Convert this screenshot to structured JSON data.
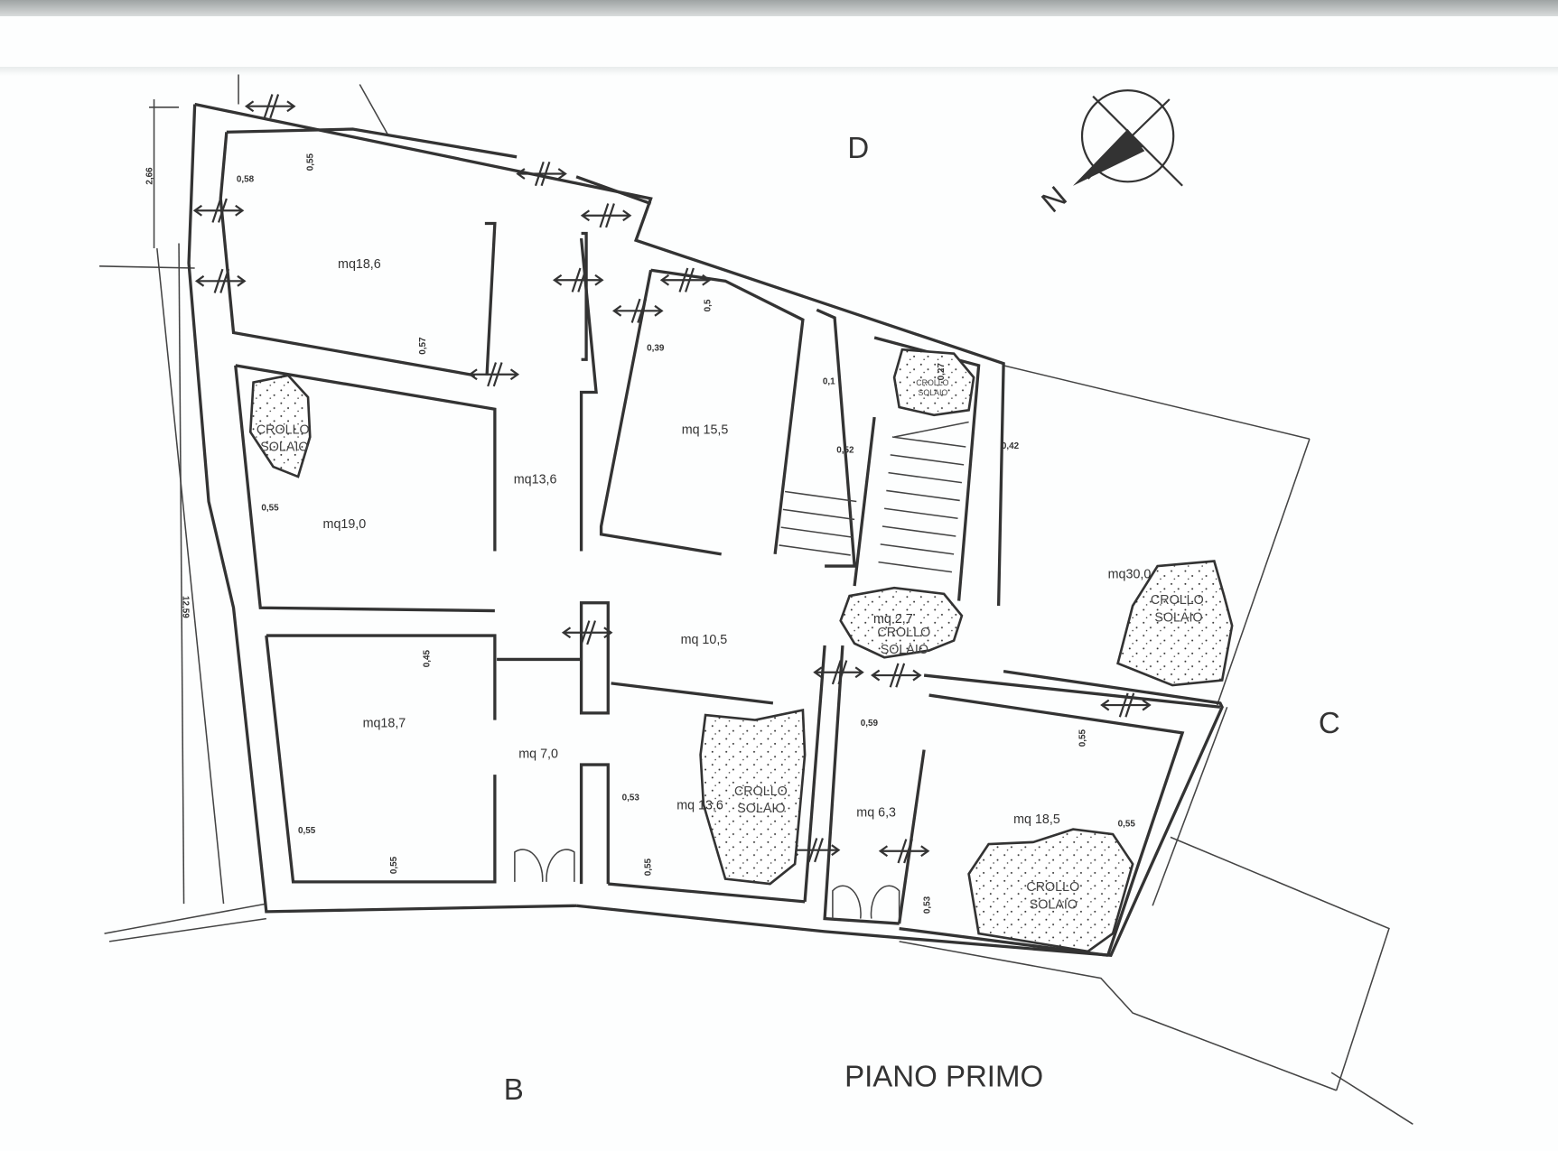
{
  "sheet": {
    "title": "PIANO PRIMO",
    "side_north": "D",
    "side_east": "C",
    "side_south": "B",
    "north_label": "N"
  },
  "collapse": {
    "line1": "CROLLO",
    "line2": "SOLAIO"
  },
  "rooms": [
    "mq18,6",
    "mq19,0",
    "mq13,6",
    "mq 15,5",
    "mq30,0",
    "mq 2,7",
    "mq 10,5",
    "mq18,7",
    "mq 7,0",
    "mq 13,6",
    "mq 6,3",
    "mq 18,5"
  ],
  "overall_dimensions": [
    "2,66",
    "12,59"
  ],
  "wall_dimensions": [
    "0,58",
    "0,55",
    "0,57",
    "0,55",
    "0,39",
    "0,5",
    "0,1",
    "0,52",
    "0,42",
    "0,27",
    "0,45",
    "0,55",
    "0,55",
    "0,53",
    "0,55",
    "0,59",
    "0,55",
    "0,55",
    "0,53"
  ],
  "colors": {
    "ink": "#333333",
    "paper": "#fdfefe"
  }
}
